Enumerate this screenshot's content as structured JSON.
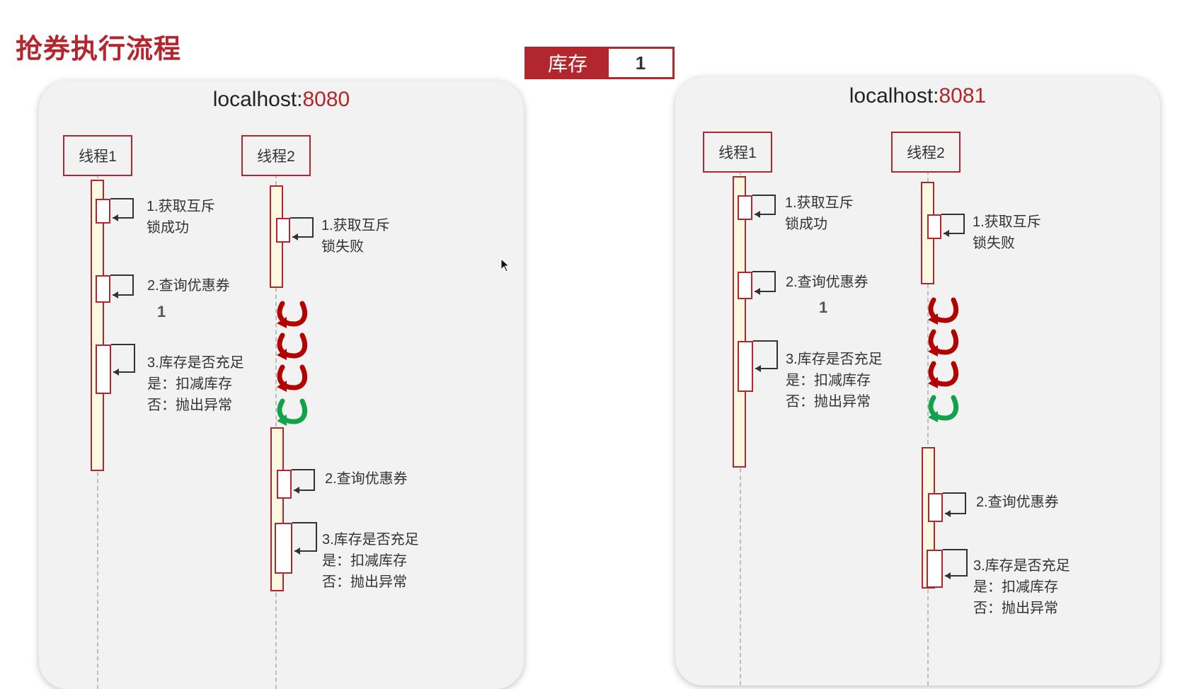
{
  "title": "抢券执行流程",
  "stock": {
    "label": "库存",
    "value": "1"
  },
  "colors": {
    "brand_red": "#b2272e",
    "retry_red": "#b30000",
    "retry_green": "#12a24a"
  },
  "panels": [
    {
      "host": "localhost:",
      "port": "8080",
      "thread1": {
        "label": "线程1",
        "step1": [
          "1.获取互斥",
          "锁成功"
        ],
        "step2": "2.查询优惠券",
        "step2_value": "1",
        "step3": [
          "3.库存是否充足",
          "是：扣减库存",
          "否：抛出异常"
        ]
      },
      "thread2": {
        "label": "线程2",
        "step1": [
          "1.获取互斥",
          "锁失败"
        ],
        "retry_icons": [
          "retry-red-icon",
          "retry-red-icon",
          "retry-red-icon",
          "retry-green-icon"
        ],
        "step2": "2.查询优惠券",
        "step3": [
          "3.库存是否充足",
          "是：扣减库存",
          "否：抛出异常"
        ]
      }
    },
    {
      "host": "localhost:",
      "port": "8081",
      "thread1": {
        "label": "线程1",
        "step1": [
          "1.获取互斥",
          "锁成功"
        ],
        "step2": "2.查询优惠券",
        "step2_value": "1",
        "step3": [
          "3.库存是否充足",
          "是：扣减库存",
          "否：抛出异常"
        ]
      },
      "thread2": {
        "label": "线程2",
        "step1": [
          "1.获取互斥",
          "锁失败"
        ],
        "retry_icons": [
          "retry-red-icon",
          "retry-red-icon",
          "retry-red-icon",
          "retry-green-icon"
        ],
        "step2": "2.查询优惠券",
        "step3": [
          "3.库存是否充足",
          "是：扣减库存",
          "否：抛出异常"
        ]
      }
    }
  ]
}
